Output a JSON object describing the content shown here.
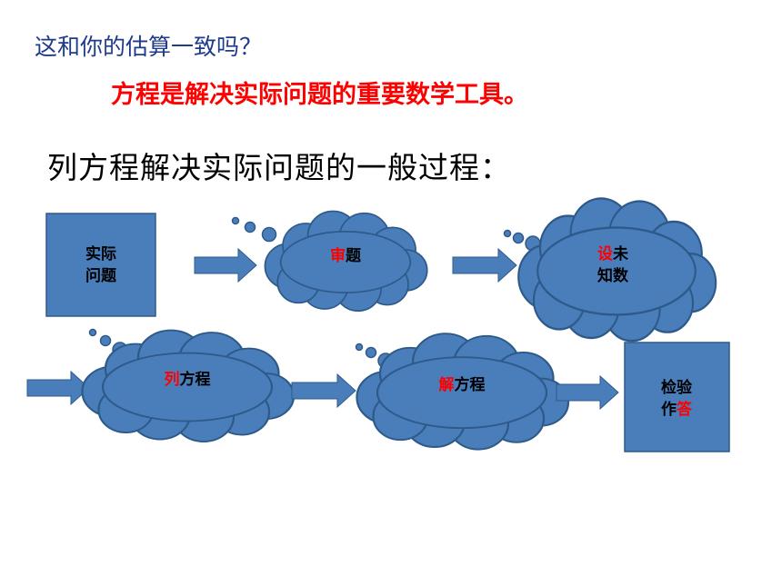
{
  "colors": {
    "question": "#1f3b8c",
    "key_point": "#ff0000",
    "shape_fill": "#4a7ebb",
    "shape_stroke": "#2e5a8a",
    "highlight": "#ff0000"
  },
  "question": "这和你的估算一致吗？",
  "key_point": "方程是解决实际问题的重要数学工具。",
  "heading": "列方程解决实际问题的一般过程：",
  "steps": [
    {
      "shape": "box",
      "line1": "实际",
      "line2": "问题"
    },
    {
      "shape": "cloud",
      "highlight": "审",
      "rest": "题"
    },
    {
      "shape": "cloud",
      "highlight": "设",
      "rest1": "未",
      "line2": "知数"
    },
    {
      "shape": "cloud",
      "highlight": "列",
      "rest": "方程"
    },
    {
      "shape": "cloud",
      "highlight": "解",
      "rest": "方程"
    },
    {
      "shape": "box",
      "line1": "检验",
      "line2_plain": "作",
      "line2_highlight": "答"
    }
  ]
}
